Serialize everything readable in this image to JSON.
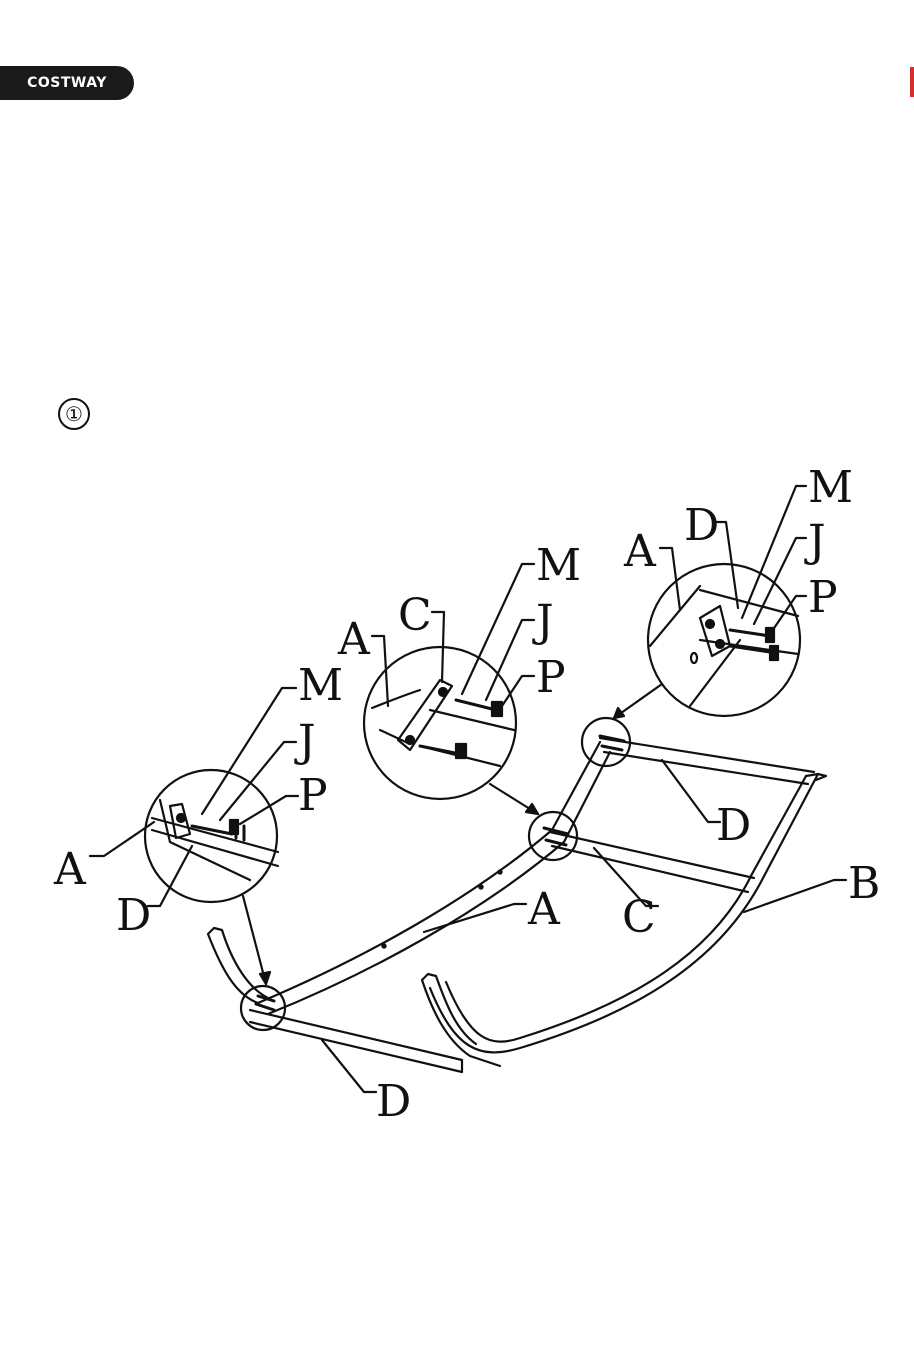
{
  "header": {
    "brand": "COSTWAY",
    "brand_color": "#1a1a1a",
    "edge_mark_color": "#d32f2f"
  },
  "step": {
    "number": "①"
  },
  "labels": {
    "detail_left": {
      "m": "M",
      "j": "J",
      "p": "P",
      "a": "A",
      "d": "D"
    },
    "detail_middle": {
      "a": "A",
      "c": "C",
      "m": "M",
      "j": "J",
      "p": "P"
    },
    "detail_right": {
      "a": "A",
      "d": "D",
      "m": "M",
      "j": "J",
      "p": "P"
    },
    "frame": {
      "a": "A",
      "b": "B",
      "c": "C",
      "d_front": "D",
      "d_back": "D"
    }
  }
}
